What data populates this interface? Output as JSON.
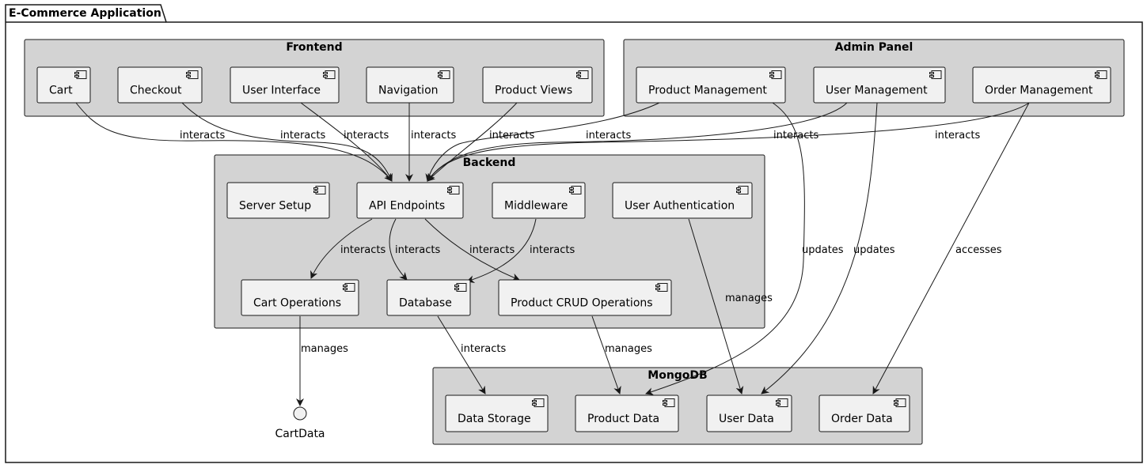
{
  "package": {
    "title": "E-Commerce Application"
  },
  "groups": {
    "frontend": {
      "title": "Frontend"
    },
    "admin": {
      "title": "Admin Panel"
    },
    "backend": {
      "title": "Backend"
    },
    "mongodb": {
      "title": "MongoDB"
    }
  },
  "components": {
    "cart": "Cart",
    "checkout": "Checkout",
    "user_interface": "User Interface",
    "navigation": "Navigation",
    "product_views": "Product Views",
    "product_management": "Product Management",
    "user_management": "User Management",
    "order_management": "Order Management",
    "server_setup": "Server Setup",
    "api_endpoints": "API Endpoints",
    "middleware": "Middleware",
    "user_authentication": "User Authentication",
    "cart_operations": "Cart Operations",
    "database": "Database",
    "product_crud": "Product CRUD Operations",
    "data_storage": "Data Storage",
    "product_data": "Product Data",
    "user_data": "User Data",
    "order_data": "Order Data"
  },
  "interface": {
    "cart_data": "CartData"
  },
  "edges": {
    "cart_api": "interacts",
    "checkout_api": "interacts",
    "ui_api": "interacts",
    "nav_api": "interacts",
    "pv_api": "interacts",
    "pm_api": "interacts",
    "um_api": "interacts",
    "om_api": "interacts",
    "api_cartops": "interacts",
    "api_db": "interacts",
    "api_crud": "interacts",
    "mw_db": "interacts",
    "pm_productdata": "updates",
    "um_userdata": "updates",
    "om_orderdata": "accesses",
    "auth_userdata": "manages",
    "cartops_cartdata": "manages",
    "db_storage": "interacts",
    "crud_productdata": "manages"
  },
  "colors": {
    "group_fill": "#d3d3d3",
    "component_fill": "#f1f1f1",
    "stroke": "#181818"
  }
}
